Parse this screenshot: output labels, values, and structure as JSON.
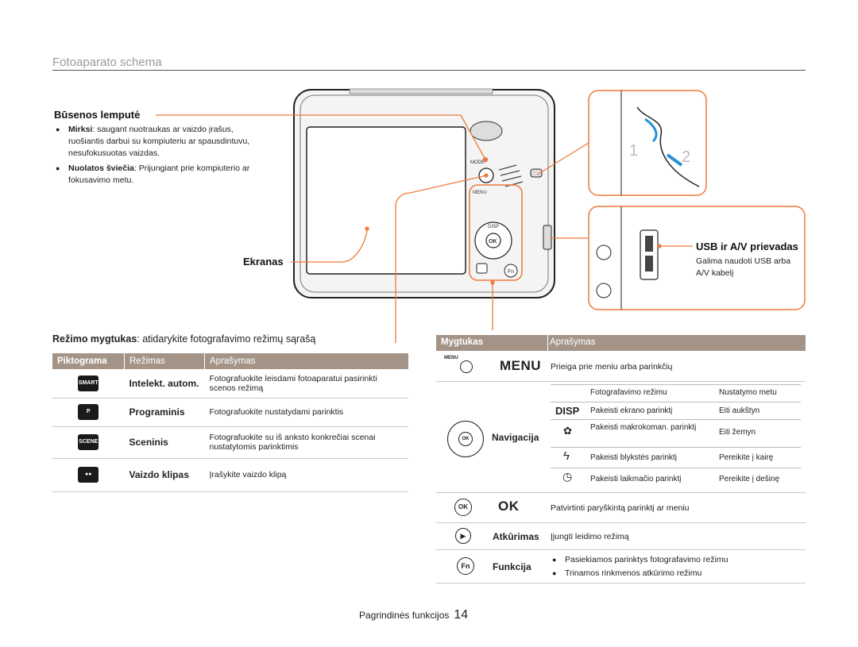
{
  "page": {
    "title": "Fotoaparato schema",
    "footer_label": "Pagrindinės funkcijos",
    "page_number": "14"
  },
  "callouts": {
    "status_light": {
      "heading": "Būsenos lemputė",
      "items": [
        {
          "term": "Mirksi",
          "text": ": saugant nuotraukas ar vaizdo įrašus, ruošiantis darbui su kompiuteriu ar spausdintuvu, nesufokusuotas vaizdas."
        },
        {
          "term": "Nuolatos šviečia",
          "text": ": Prijungiant prie kompiuterio ar fokusavimo metu."
        }
      ]
    },
    "screen": {
      "label": "Ekranas"
    },
    "usb": {
      "heading": "USB ir A/V prievadas",
      "text": "Galima naudoti USB arba A/V kabelį"
    },
    "mode_button": {
      "term": "Režimo mygtukas",
      "text": ": atidarykite fotografavimo režimų sąrašą"
    }
  },
  "camera_labels": {
    "mode": "MODE",
    "menu": "MENU",
    "disp": "DISP",
    "ok": "OK",
    "fn": "Fn",
    "strap_step1": "1",
    "strap_step2": "2"
  },
  "mode_table": {
    "headers": [
      "Piktograma",
      "Režimas",
      "Aprašymas"
    ],
    "rows": [
      {
        "icon": "smart-auto-icon",
        "icon_text": "SMART",
        "mode": "Intelekt. autom.",
        "desc": "Fotografuokite leisdami fotoaparatui pasirinkti scenos režimą"
      },
      {
        "icon": "program-icon",
        "icon_text": "P",
        "mode": "Programinis",
        "desc": "Fotografuokite nustatydami parinktis"
      },
      {
        "icon": "scene-icon",
        "icon_text": "SCENE",
        "mode": "Sceninis",
        "desc": "Fotografuokite su iš anksto konkrečiai scenai nustatytomis parinktimis"
      },
      {
        "icon": "video-icon",
        "icon_text": "",
        "mode": "Vaizdo klipas",
        "desc": "Įrašykite vaizdo klipą"
      }
    ]
  },
  "button_table": {
    "headers": [
      "Mygtukas",
      "Aprašymas"
    ],
    "menu": {
      "small_label": "MENU",
      "label": "MENU",
      "desc": "Prieiga prie meniu arba parinkčių"
    },
    "navigation": {
      "label": "Navigacija",
      "sub_headers": [
        "Fotografavimo režimu",
        "Nustatymo metu"
      ],
      "rows": [
        {
          "icon": "disp-icon",
          "icon_text": "DISP",
          "shooting": "Pakeisti ekrano parinktį",
          "setting": "Eiti aukštyn"
        },
        {
          "icon": "macro-icon",
          "icon_text": "✿",
          "shooting": "Pakeisti makrokoman. parinktį",
          "setting": "Eiti žemyn"
        },
        {
          "icon": "flash-icon",
          "icon_text": "ϟ",
          "shooting": "Pakeisti blykstės parinktį",
          "setting": "Pereikite į kairę"
        },
        {
          "icon": "timer-icon",
          "icon_text": "◷",
          "shooting": "Pakeisti laikmačio parinktį",
          "setting": "Pereikite į dešinę"
        }
      ]
    },
    "ok": {
      "label": "OK",
      "desc": "Patvirtinti paryškintą parinktį ar meniu"
    },
    "playback": {
      "label": "Atkūrimas",
      "desc": "Įjungti leidimo režimą"
    },
    "function": {
      "label": "Funkcija",
      "items": [
        "Pasiekiamos parinktys fotografavimo režimu",
        "Trinamos rinkmenos atkūrimo režimu"
      ]
    }
  },
  "colors": {
    "accent_line": "#f07a3c",
    "table_header": "#a49487"
  }
}
